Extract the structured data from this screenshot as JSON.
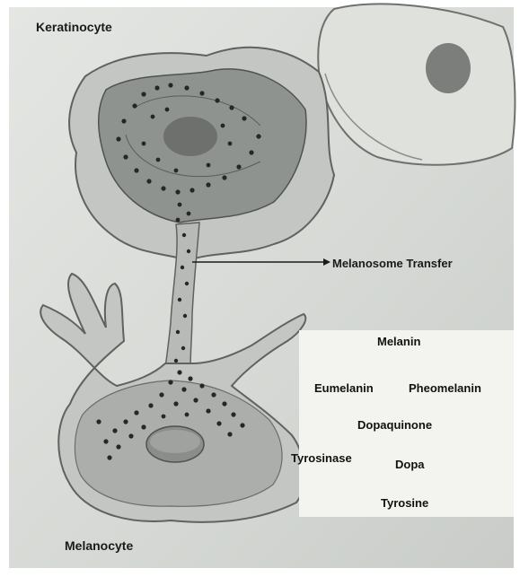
{
  "labels": {
    "keratinocyte": "Keratinocyte",
    "melanocyte": "Melanocyte",
    "transfer": "Melanosome Transfer"
  },
  "pathway": {
    "melanin": "Melanin",
    "eumelanin": "Eumelanin",
    "pheomelanin": "Pheomelanin",
    "dopaquinone": "Dopaquinone",
    "tyrosinase": "Tyrosinase",
    "dopa": "Dopa",
    "tyrosine": "Tyrosine"
  },
  "colors": {
    "paper": "#d9dcd8",
    "cell_fill": "#c9ccc8",
    "cytoplasm": "#9da29e",
    "nucleus": "#7d807d",
    "melanosome": "#2a2a2a",
    "panel": "#f3f4ef"
  }
}
